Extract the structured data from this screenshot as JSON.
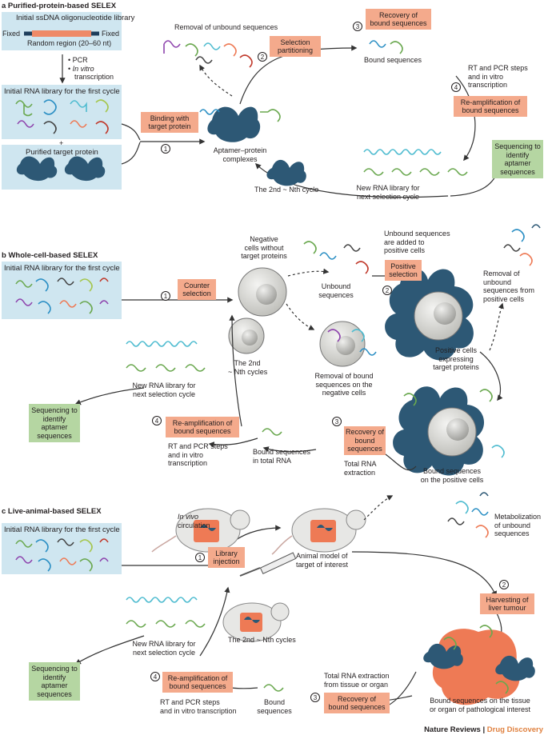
{
  "panel_a": {
    "heading": "a  Purified-protein-based SELEX",
    "library_title": "Initial ssDNA oligonucleotide library",
    "fixed_left": "Fixed",
    "fixed_right": "Fixed",
    "random_region": "Random region (20–60 nt)",
    "pcr": "PCR",
    "in_vitro_line1": "In vitro",
    "in_vitro_line2": "transcription",
    "initial_rna_library": "Initial RNA library for the first cycle",
    "plus": "+",
    "purified_target": "Purified target protein",
    "binding_box": [
      "Binding with",
      "target protein"
    ],
    "step1": "1",
    "complexes": [
      "Aptamer–protein",
      "complexes"
    ],
    "removal_unbound": "Removal of unbound sequences",
    "selection_box": [
      "Selection",
      "partitioning"
    ],
    "step2": "2",
    "step3": "3",
    "recovery_box": [
      "Recovery of",
      "bound sequences"
    ],
    "bound_sequences": "Bound sequences",
    "step4": "4",
    "rt_pcr": [
      "RT and PCR steps",
      "and in vitro",
      "transcription"
    ],
    "reamp_box": [
      "Re-amplification of",
      "bound sequences"
    ],
    "nth_cycle": "The 2nd ~ Nth cycle",
    "new_library": [
      "New RNA library for",
      "next selection cycle"
    ],
    "sequencing_box": [
      "Sequencing to",
      "identify",
      "aptamer",
      "sequences"
    ]
  },
  "panel_b": {
    "heading": "b  Whole-cell-based SELEX",
    "initial_rna_library": "Initial RNA library for the first cycle",
    "step1": "1",
    "counter_box": [
      "Counter",
      "selection"
    ],
    "negative_cells": [
      "Negative",
      "cells without",
      "target proteins"
    ],
    "unbound_added": [
      "Unbound sequences",
      "are added to",
      "positive cells"
    ],
    "unbound_sequences": [
      "Unbound",
      "sequences"
    ],
    "positive_box": [
      "Positive",
      "selection"
    ],
    "step2": "2",
    "removal_positive": [
      "Removal of",
      "unbound",
      "sequences from",
      "positive cells"
    ],
    "nth_cycles": [
      "The 2nd",
      "~ Nth cycles"
    ],
    "removal_negative": [
      "Removal of bound",
      "sequences on the",
      "negative cells"
    ],
    "positive_cells": [
      "Positive cells",
      "expressing",
      "target proteins"
    ],
    "new_library": [
      "New RNA library for",
      "next selection cycle"
    ],
    "sequencing_box": [
      "Sequencing to",
      "identify",
      "aptamer",
      "sequences"
    ],
    "step4": "4",
    "reamp_box": [
      "Re-amplification of",
      "bound sequences"
    ],
    "rt_pcr": [
      "RT and PCR steps",
      "and in vitro",
      "transcription"
    ],
    "bound_total": [
      "Bound sequences",
      "in total RNA"
    ],
    "step3": "3",
    "recovery_box": [
      "Recovery of",
      "bound",
      "sequences"
    ],
    "total_rna": [
      "Total RNA",
      "extraction"
    ],
    "bound_positive": [
      "Bound sequences",
      "on the positive cells"
    ]
  },
  "panel_c": {
    "heading": "c  Live-animal-based SELEX",
    "initial_rna_library": "Initial RNA library for the first cycle",
    "in_vivo": [
      "In vivo",
      "circulation"
    ],
    "step1": "1",
    "library_box": [
      "Library",
      "injection"
    ],
    "animal_model": [
      "Animal model of",
      "target of interest"
    ],
    "metabolization": [
      "Metabolization",
      "of unbound",
      "sequences"
    ],
    "step2": "2",
    "harvesting_box": [
      "Harvesting of",
      "liver tumour"
    ],
    "nth_cycles": "The 2nd ~ Nth cycles",
    "new_library": [
      "New RNA library for",
      "next selection cycle"
    ],
    "sequencing_box": [
      "Sequencing to",
      "identify",
      "aptamer",
      "sequences"
    ],
    "step4": "4",
    "reamp_box": [
      "Re-amplification of",
      "bound sequences"
    ],
    "rt_pcr": [
      "RT and PCR steps",
      "and in vitro transcription"
    ],
    "bound_sequences": [
      "Bound",
      "sequences"
    ],
    "step3": "3",
    "total_rna": [
      "Total RNA extraction",
      "from tissue or organ"
    ],
    "recovery_box": [
      "Recovery of",
      "bound sequences"
    ],
    "bound_tissue": [
      "Bound sequences on the tissue",
      "or organ of pathological interest"
    ]
  },
  "footer": {
    "journal": "Nature Reviews",
    "separator": " | ",
    "section": "Drug Discovery"
  },
  "colors": {
    "library_box": "#cfe6f0",
    "step_box": "#f4aa8c",
    "sequencing_box": "#b5d6a2",
    "protein": "#2d5875",
    "cell": "#d8d8d4",
    "tumour": "#ee7a55",
    "footer_accent": "#e0813f"
  }
}
